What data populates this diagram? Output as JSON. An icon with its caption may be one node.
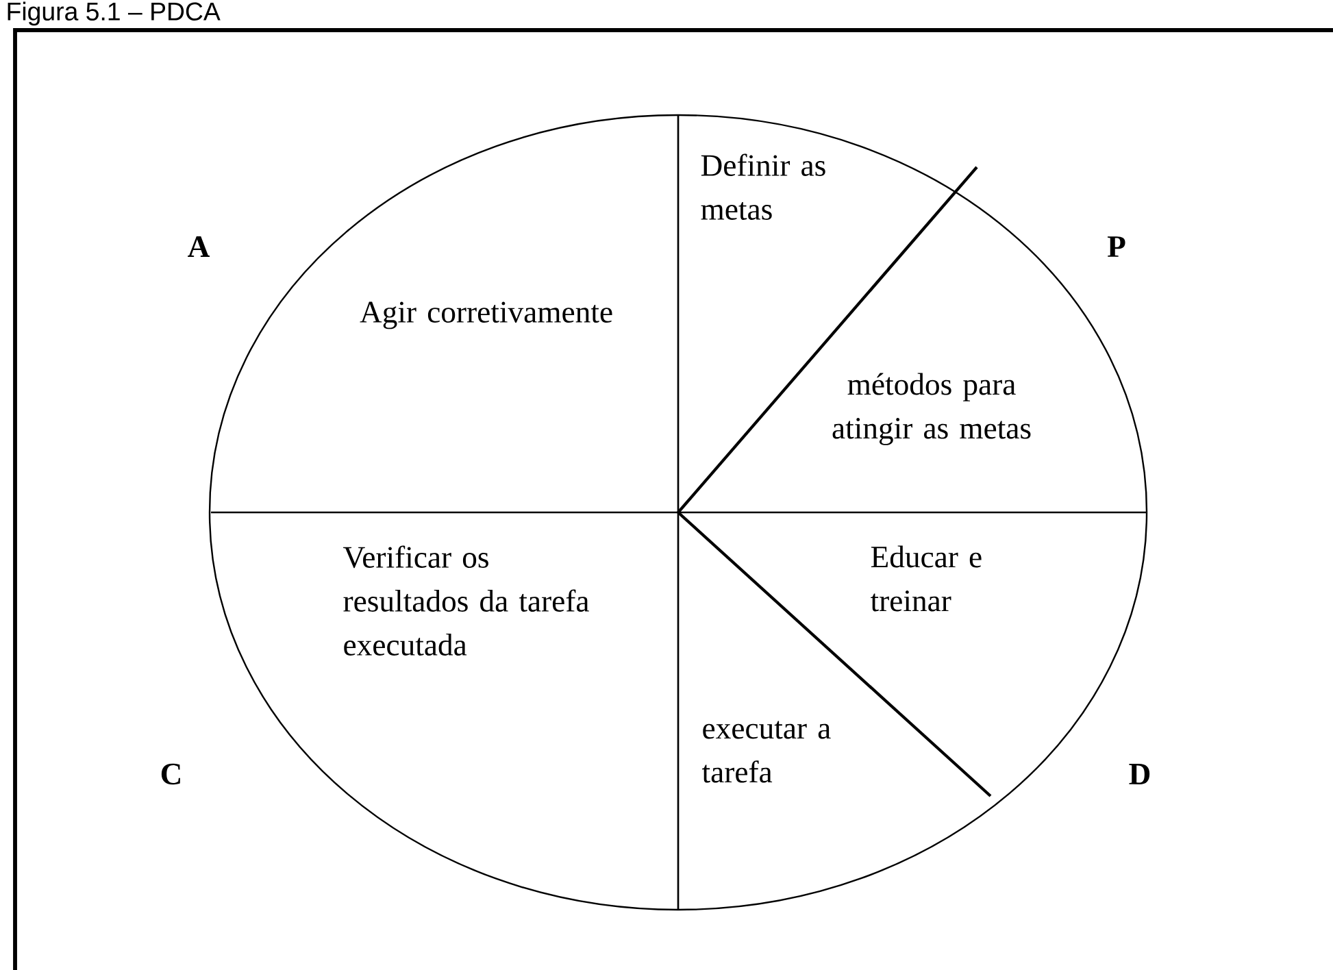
{
  "diagram": {
    "title": "Figura 5.1 – PDCA",
    "nodes": [
      {
        "text": [
          "Agir corretivamente"
        ]
      },
      {
        "text": [
          "Definir as metas"
        ]
      },
      {
        "text": [
          "métodos para atingir as metas"
        ]
      },
      {
        "text": [
          "Educar e treinar"
        ]
      },
      {
        "text": [
          "executar a tarefa"
        ]
      },
      {
        "text": [
          "Verificar os resultados da tarefa executada"
        ]
      }
    ],
    "labels": [
      "A",
      "P",
      "C",
      "D"
    ]
  }
}
